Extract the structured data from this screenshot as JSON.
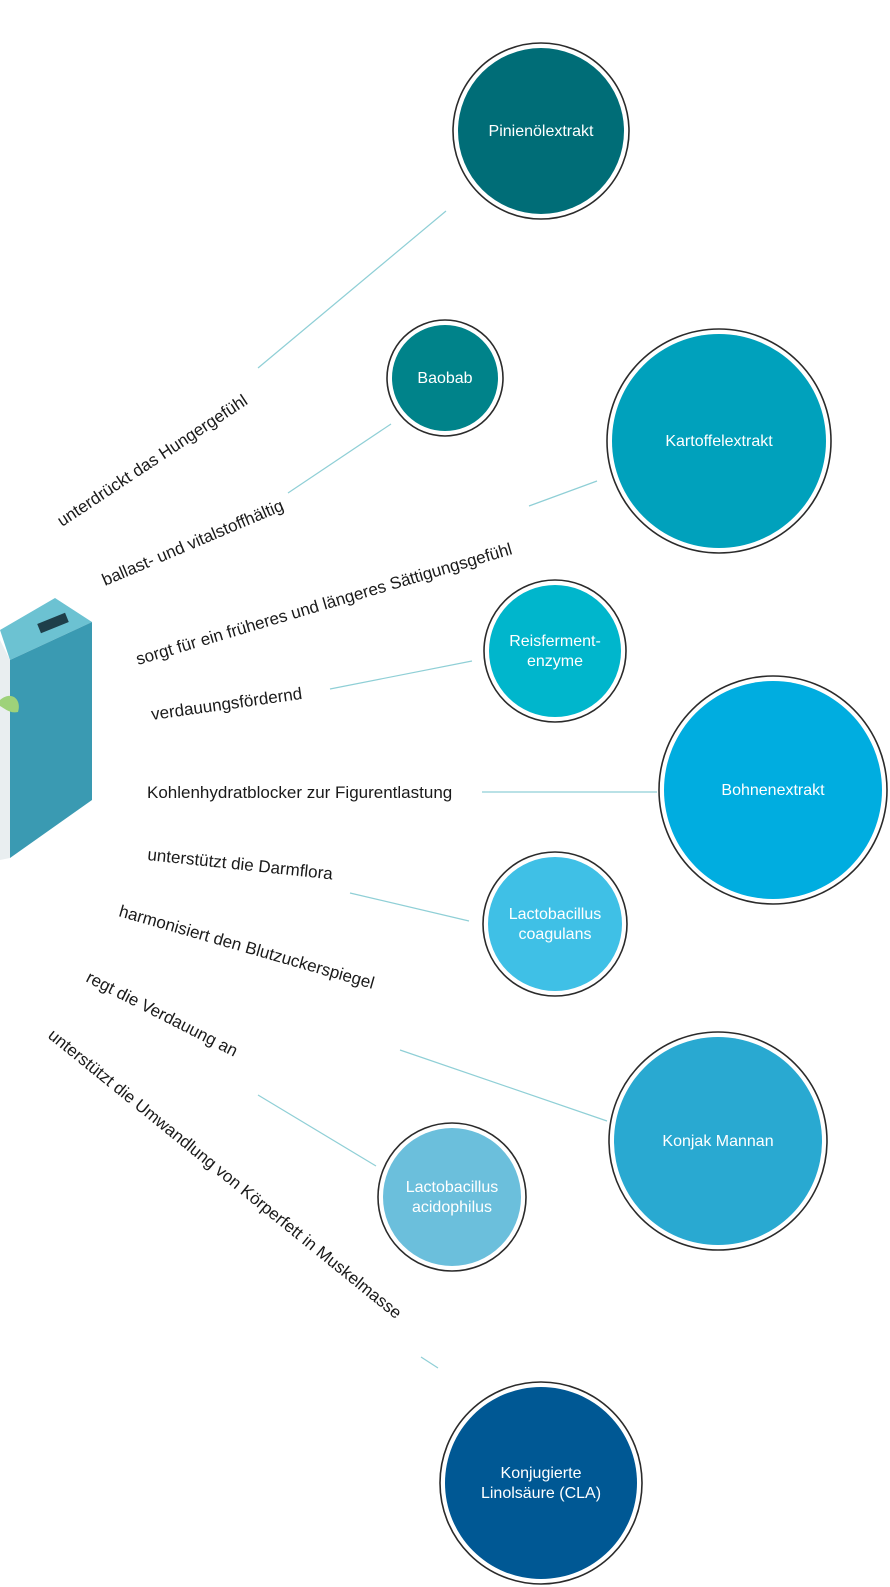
{
  "ingredients": [
    {
      "name_lines": [
        "Pinienölextrakt"
      ],
      "color": "#006d77"
    },
    {
      "name_lines": [
        "Baobab"
      ],
      "color": "#00838a"
    },
    {
      "name_lines": [
        "Kartoffelextrakt"
      ],
      "color": "#00a1bc"
    },
    {
      "name_lines": [
        "Reisferment-",
        "enzyme"
      ],
      "color": "#00b6cc"
    },
    {
      "name_lines": [
        "Bohnenextrakt"
      ],
      "color": "#00ade0"
    },
    {
      "name_lines": [
        "Lactobacillus",
        "coagulans"
      ],
      "color": "#3fc0e6"
    },
    {
      "name_lines": [
        "Konjak Mannan"
      ],
      "color": "#29a9d1"
    },
    {
      "name_lines": [
        "Lactobacillus",
        "acidophilus"
      ],
      "color": "#6bbfdc"
    },
    {
      "name_lines": [
        "Konjugierte",
        "Linolsäure (CLA)"
      ],
      "color": "#005894"
    }
  ],
  "benefits": [
    "unterdrückt das Hungergefühl",
    "ballast- und vitalstoffhältig",
    "sorgt für ein früheres und längeres Sättigungsgefühl",
    "verdauungsfördernd",
    "Kohlenhydratblocker zur Figurentlastung",
    "unterstützt die Darmflora",
    "harmonisiert den Blutzuckerspiegel",
    "regt die Verdauung an",
    "unterstützt die Umwandlung von Körperfett in Muskelmasse"
  ],
  "colors": {
    "connector": "#8fcfd6",
    "ring": "#2b2b2b",
    "label": "#1a1a1a"
  },
  "product_box": {
    "colors": [
      "#4fb0c6",
      "#3a9ab2",
      "#e9eef0"
    ]
  }
}
